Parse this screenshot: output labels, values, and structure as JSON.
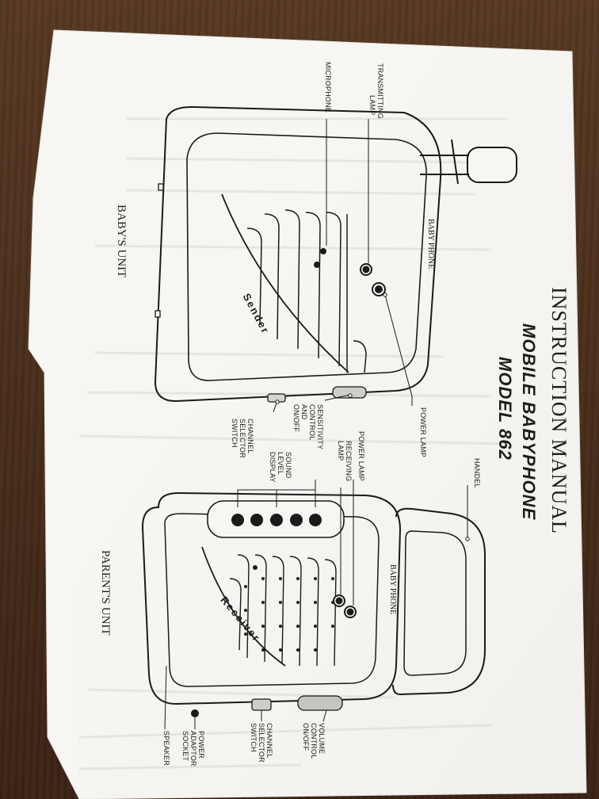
{
  "manual": {
    "header": "INSTRUCTION MANUAL",
    "product": "MOBILE BABYPHONE",
    "model": "MODEL 862"
  },
  "sender": {
    "unit_title": "BABY'S UNIT",
    "brand": "BABY PHONE",
    "body_text": "Sender",
    "labels": {
      "transmitting_lamp": [
        "TRANSMITTING",
        "LAMP"
      ],
      "microphone": [
        "MICROPHONE"
      ],
      "power_lamp": [
        "POWER LAMP"
      ],
      "sensitivity": [
        "SENSITIVITY",
        "CONTROL",
        "AND",
        "ON/OFF"
      ],
      "channel_selector": [
        "CHANNEL",
        "SELECTOR",
        "SWITCH"
      ]
    }
  },
  "receiver": {
    "unit_title": "PARENT'S UNIT",
    "brand": "BABY PHONE",
    "body_text": "Receiver",
    "labels": {
      "handel": [
        "HANDEL"
      ],
      "power_lamp": [
        "POWER LAMP"
      ],
      "receiving_lamp": [
        "RECEIVING",
        "LAMP"
      ],
      "sound_level": [
        "SOUND",
        "LEVEL",
        "DISPLAY"
      ],
      "volume": [
        "VOLUME",
        "CONTROL",
        "ON/OFF"
      ],
      "channel_selector": [
        "CHANNEL",
        "SELECTOR",
        "SWITCH"
      ],
      "power_adaptor": [
        "POWER",
        "ADAPTOR",
        "SOCKET"
      ],
      "speaker": [
        "SPEAKER"
      ]
    }
  }
}
